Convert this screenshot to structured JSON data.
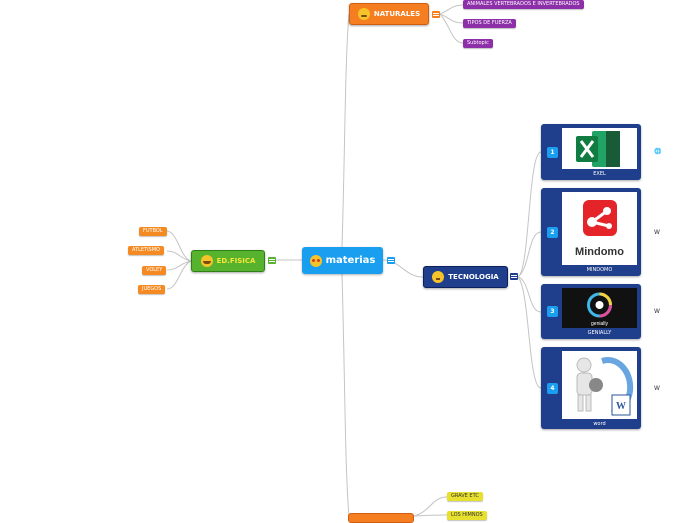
{
  "central": {
    "label": "materias"
  },
  "branches": {
    "naturales": {
      "label": "NATURALES",
      "children": [
        "ANIMALES VERTEBRADOS E INVERTEBRADOS",
        "TIPOS DE FUERZA",
        "Subtopic"
      ]
    },
    "edfisica": {
      "label": "ED.FISICA",
      "children": [
        "FUTBOL",
        "ATLETISMO",
        "VOLEY",
        "JUEGOS"
      ]
    },
    "tecnologia": {
      "label": "TECNOLOGIA",
      "cards": [
        {
          "num": "1",
          "caption": "EXEL",
          "icon": "excel-logo",
          "side": "🌐"
        },
        {
          "num": "2",
          "caption": "MINDOMO",
          "icon": "mindomo-logo",
          "logo_text": "Mindomo",
          "side": "W"
        },
        {
          "num": "3",
          "caption": "GENIALLY",
          "icon": "genially-logo",
          "logo_text": "genially",
          "side": "W"
        },
        {
          "num": "4",
          "caption": "word",
          "icon": "word-3d-figure",
          "side": "W"
        }
      ]
    },
    "bottom": {
      "children": [
        "GRAVE ETC",
        "LOS HIMNOS"
      ]
    }
  },
  "colors": {
    "central": "#1a9ef0",
    "naturales": "#f57f20",
    "edfisica": "#57b32d",
    "tecnologia": "#1f3f8c",
    "connector": "#b8b8b8"
  }
}
